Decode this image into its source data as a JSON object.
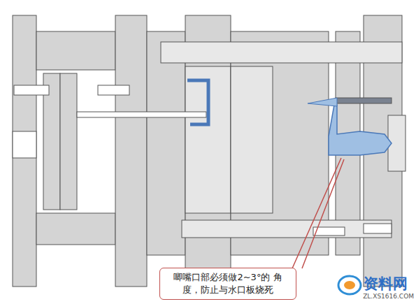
{
  "diagram": {
    "nodes": [
      {
        "text": [
          "唧嘴口部必须做2~3°的 角度，防止与水口板烧死"
        ]
      }
    ],
    "labels": [
      "资料网",
      "ZL.XS1616.COM"
    ]
  }
}
